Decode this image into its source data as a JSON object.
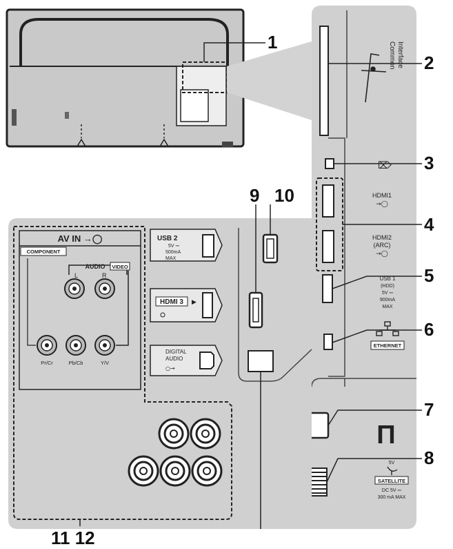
{
  "callouts": {
    "n1": "1",
    "n2": "2",
    "n3": "3",
    "n4": "4",
    "n5": "5",
    "n6": "6",
    "n7": "7",
    "n8": "8",
    "n9": "9",
    "n10": "10",
    "n11_12": "11 12"
  },
  "ports": {
    "common_interface_1": "Common",
    "common_interface_2": "Interface",
    "headphone": "⌦",
    "hdmi1_label": "HDMI1",
    "hdmi1_sym": "→◯",
    "hdmi2_label1": "HDMI2",
    "hdmi2_label2": "(ARC)",
    "hdmi2_sym": "→◯",
    "usb1_l1": "USB 1",
    "usb1_l2": "(HDD)",
    "usb1_l3": "5V ⎓",
    "usb1_l4": "900mA",
    "usb1_l5": "MAX",
    "ethernet": "ETHERNET",
    "terrestrial_sym": "Π",
    "satellite_l0": "5V",
    "satellite_label": "SATELLITE",
    "satellite_l2": "DC 5V ⎓",
    "satellite_l3": "300 mA MAX",
    "usb2_l1": "USB 2",
    "usb2_l2": "5V ⎓",
    "usb2_l3": "500mA",
    "usb2_l4": "MAX",
    "hdmi3_label": "HDMI 3",
    "hdmi3_sym": "▶",
    "digital_audio_l1": "DIGITAL",
    "digital_audio_l2": "AUDIO",
    "digital_audio_sym": "○→",
    "av_in_title": "AV IN →◯",
    "component_label": "COMPONENT",
    "audio_label": "AUDIO",
    "video_label": "VIDEO",
    "l_label": "L",
    "r_label": "R",
    "pr_label": "Pr/Cr",
    "pb_label": "Pb/Cb",
    "y_label": "Y/V"
  }
}
